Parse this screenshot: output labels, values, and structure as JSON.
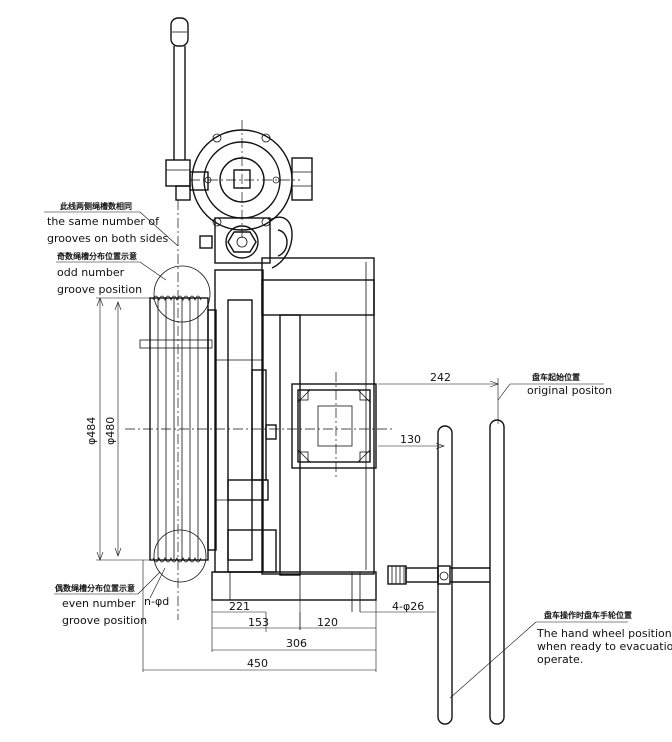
{
  "annotations": {
    "same_grooves_cn": "此线两侧绳槽数相同",
    "same_grooves_en1": "the same number of",
    "same_grooves_en2": "grooves on both sides",
    "odd_cn": "奇数绳槽分布位置示意",
    "odd_en1": "odd number",
    "odd_en2": "groove position",
    "even_cn": "偶数绳槽分布位置示意",
    "even_en1": "even number",
    "even_en2": "groove position",
    "original_cn": "盘车起始位置",
    "original_en": "original positon",
    "handwheel_cn": "盘车操作时盘车手轮位置",
    "handwheel_en1": "The hand wheel position",
    "handwheel_en2": "when ready to evacuation",
    "handwheel_en3": "operate."
  },
  "dimensions": {
    "d484": "φ484",
    "d480": "φ480",
    "n_d": "n-φd",
    "d221": "221",
    "d153": "153",
    "d120": "120",
    "d306": "306",
    "d450": "450",
    "holes": "4-φ26",
    "d242": "242",
    "d130": "130"
  }
}
